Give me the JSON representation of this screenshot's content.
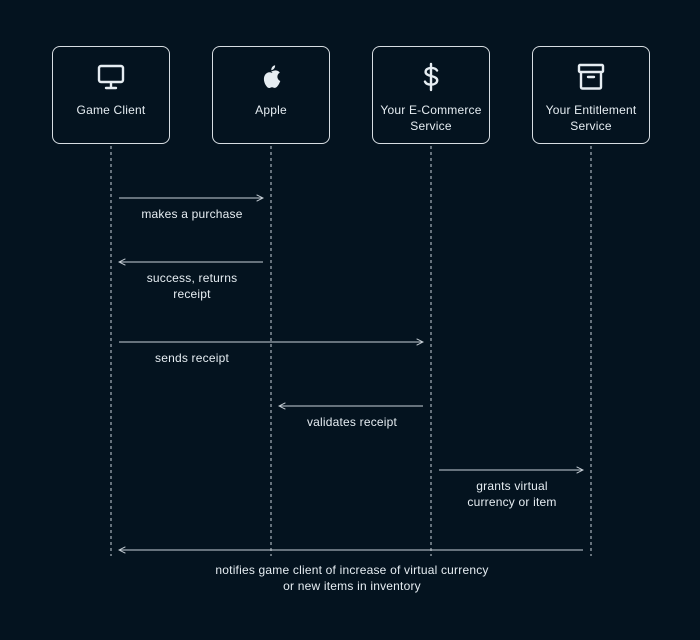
{
  "actors": [
    {
      "id": "game-client",
      "name": "Game Client",
      "icon": "monitor-icon"
    },
    {
      "id": "apple",
      "name": "Apple",
      "icon": "apple-logo-icon"
    },
    {
      "id": "ecommerce",
      "name": "Your E-Commerce\nService",
      "icon": "dollar-sign-icon"
    },
    {
      "id": "entitlement",
      "name": "Your Entitlement\nService",
      "icon": "archive-box-icon"
    }
  ],
  "messages": [
    {
      "id": "makes-a-purchase",
      "from": 0,
      "to": 1,
      "label": "makes a purchase"
    },
    {
      "id": "success-returns-receipt",
      "from": 1,
      "to": 0,
      "label": "success, returns\nreceipt"
    },
    {
      "id": "sends-receipt",
      "from": 0,
      "to": 2,
      "label": "sends receipt"
    },
    {
      "id": "validates-receipt",
      "from": 2,
      "to": 1,
      "label": "validates receipt"
    },
    {
      "id": "grants-virtual-currency",
      "from": 2,
      "to": 3,
      "label": "grants virtual\ncurrency or item"
    },
    {
      "id": "notifies-game-client",
      "from": 3,
      "to": 0,
      "label": "notifies game client of increase of virtual currency\nor new items in inventory"
    }
  ],
  "colors": {
    "background": "#04131f",
    "line": "#c9d1d8",
    "text": "#e6edf2"
  }
}
